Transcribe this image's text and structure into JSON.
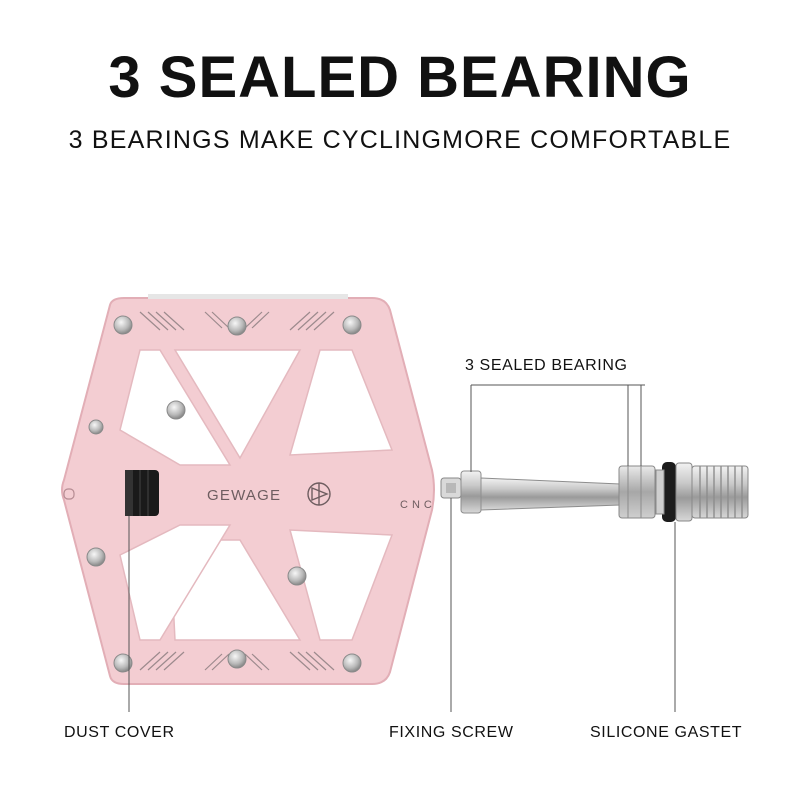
{
  "heading": {
    "title": "3 SEALED BEARING",
    "subtitle": "3 BEARINGS MAKE CYCLINGMORE COMFORTABLE"
  },
  "pedal": {
    "brand": "GEWAGE",
    "side_mark": "CNC",
    "body_color": "#f3cdd2",
    "edge_color": "#e7b7be"
  },
  "callouts": {
    "bearing": "3 SEALED BEARING",
    "dust_cover": "DUST COVER",
    "fixing_screw": "FIXING SCREW",
    "silicone_gasket": "SILICONE GASTET"
  }
}
